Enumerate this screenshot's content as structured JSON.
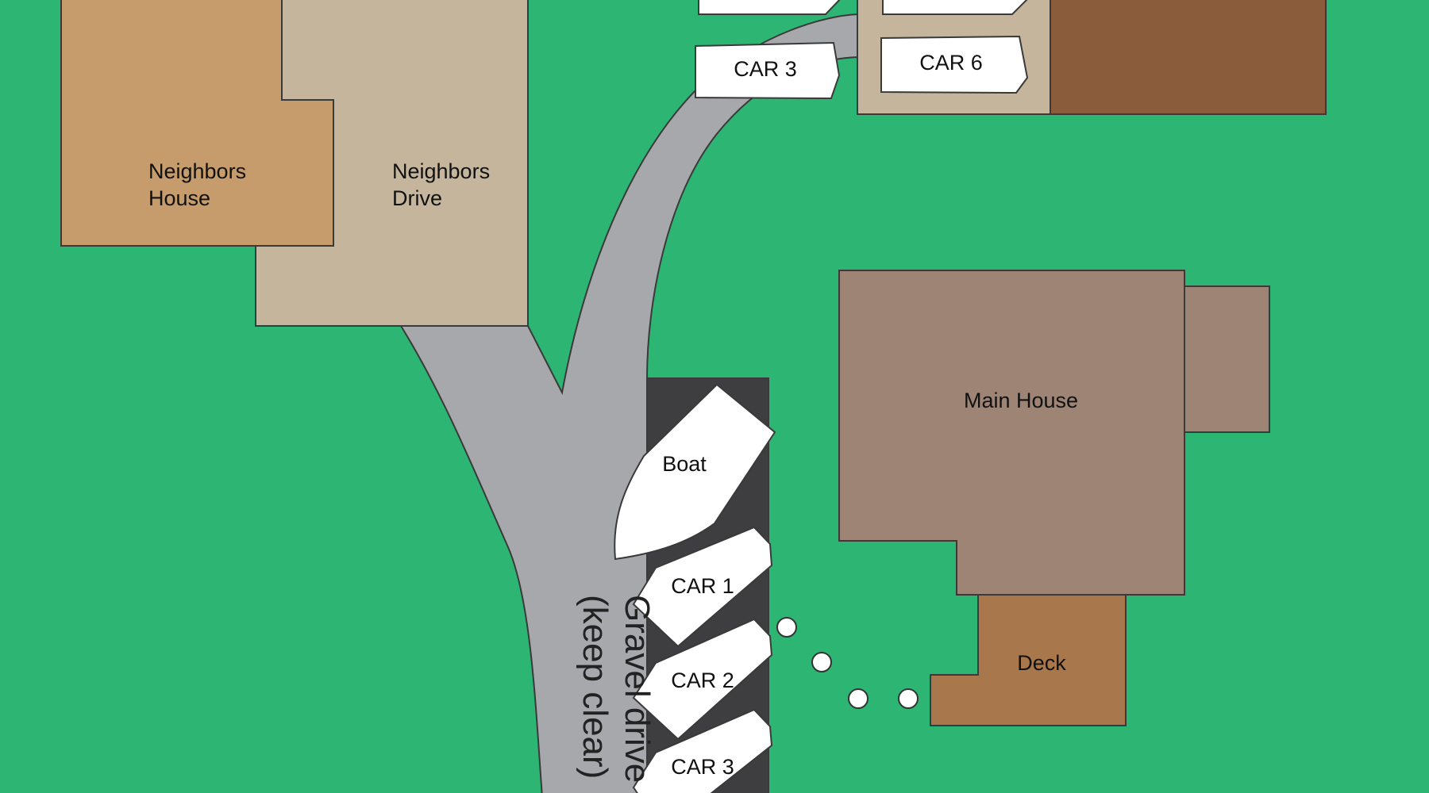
{
  "colors": {
    "lawn": "#2db673",
    "neighbors_house": "#c79c6d",
    "neighbors_drive": "#c4b59c",
    "main_house": "#9e8475",
    "deck": "#a8784c",
    "outbuilding": "#8a5c3b",
    "parking_pad_top": "#c4b59c",
    "parking_strip": "#3e3e41",
    "gravel": "#a7a8ac",
    "vehicle": "#ffffff"
  },
  "labels": {
    "neighbors_house": [
      "Neighbors",
      "House"
    ],
    "neighbors_drive": [
      "Neighbors",
      "Drive"
    ],
    "main_house": "Main House",
    "deck": "Deck",
    "gravel_drive": [
      "Gravel drive",
      "(keep clear)"
    ]
  },
  "vehicles": {
    "top_left_car": "CAR 3",
    "top_right_car": "CAR 6",
    "boat": "Boat",
    "strip_car_1": "CAR 1",
    "strip_car_2": "CAR 2",
    "strip_car_3": "CAR 3"
  },
  "icons": {
    "stepping_stones": "stepping-stone-icon"
  }
}
